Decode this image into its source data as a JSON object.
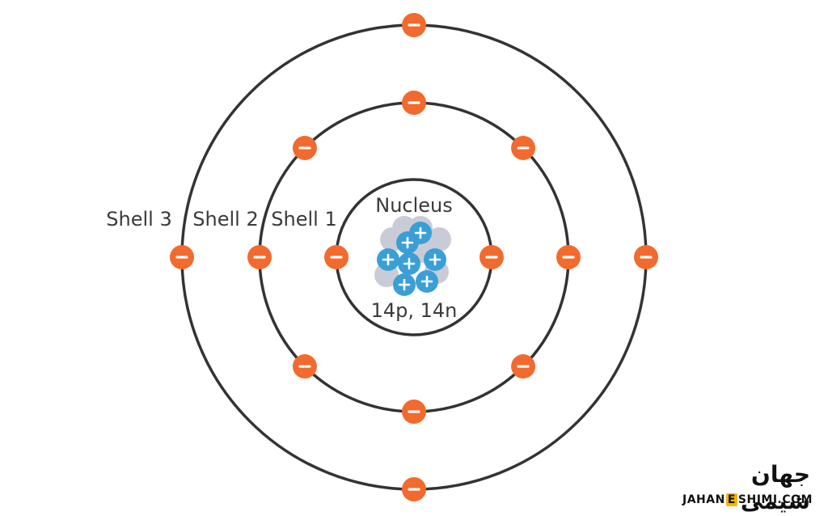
{
  "diagram": {
    "nucleus_label": "Nucleus",
    "nucleus_composition": "14p, 14n",
    "shells": [
      {
        "label": "Shell 1",
        "electrons": 2
      },
      {
        "label": "Shell 2",
        "electrons": 8
      },
      {
        "label": "Shell 3",
        "electrons": 4
      }
    ]
  },
  "colors": {
    "electron": "#f26a2e",
    "proton": "#3a9fd6",
    "neutron": "#c9ccd6",
    "orbit": "#333333",
    "text": "#3a3a3a",
    "logo_accent": "#f7b500"
  },
  "logo": {
    "persian": "جهان شیمی",
    "latin_prefix": "JAHAN",
    "latin_highlight": "E",
    "latin_suffix": "SHIMI.COM"
  }
}
